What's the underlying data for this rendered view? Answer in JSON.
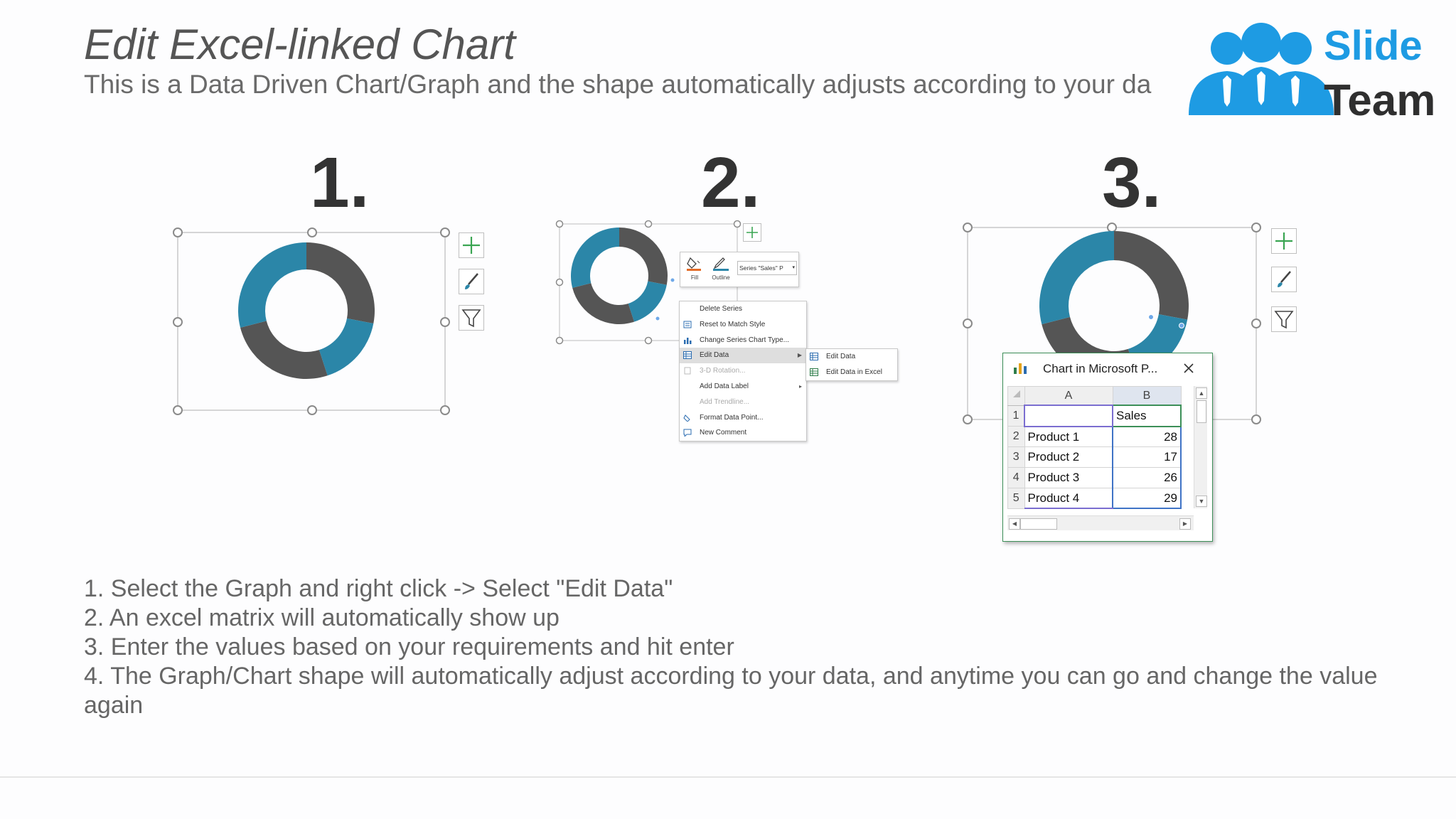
{
  "slide": {
    "title": "Edit Excel-linked Chart",
    "subtitle": "This is a Data Driven Chart/Graph and the shape automatically adjusts according to your da",
    "logo": {
      "line1": "Slide",
      "line2": "Team",
      "colors": {
        "blue": "#1e9be3",
        "dark": "#333333"
      }
    }
  },
  "steps": [
    {
      "number": "1."
    },
    {
      "number": "2."
    },
    {
      "number": "3."
    }
  ],
  "colors": {
    "teal": "#2b86a8",
    "dark_gray": "#555555",
    "frame": "#c8c8c8",
    "excel_green": "#3c8f58",
    "selection_blue": "#3f73c6"
  },
  "chart_data": [
    {
      "type": "donut",
      "title": "",
      "categories": [
        "Product 1",
        "Product 2",
        "Product 3",
        "Product 4"
      ],
      "series": [
        {
          "name": "Sales",
          "values": [
            28,
            17,
            26,
            29
          ]
        }
      ],
      "colors": [
        "#555555",
        "#2b86a8",
        "#555555",
        "#2b86a8"
      ]
    }
  ],
  "format_toolbar": {
    "fill_label": "Fill",
    "outline_label": "Outline",
    "series_dropdown": "Series \"Sales\" P"
  },
  "context_menu": {
    "items": [
      {
        "label": "Delete Series",
        "enabled": true,
        "icon": ""
      },
      {
        "label": "Reset to Match Style",
        "enabled": true,
        "icon": "reset-style-icon"
      },
      {
        "label": "Change Series Chart Type...",
        "enabled": true,
        "icon": "chart-type-icon"
      },
      {
        "label": "Edit Data",
        "enabled": true,
        "icon": "edit-data-icon",
        "submenu": true,
        "highlighted": true
      },
      {
        "label": "3-D Rotation...",
        "enabled": false,
        "icon": "rotation-icon"
      },
      {
        "label": "Add Data Label",
        "enabled": true,
        "icon": "",
        "submenu": true
      },
      {
        "label": "Add Trendline...",
        "enabled": false,
        "icon": ""
      },
      {
        "label": "Format Data Point...",
        "enabled": true,
        "icon": "format-point-icon"
      },
      {
        "label": "New Comment",
        "enabled": true,
        "icon": "comment-icon"
      }
    ],
    "submenu": [
      {
        "label": "Edit Data",
        "icon": "edit-data-icon"
      },
      {
        "label": "Edit Data in Excel",
        "icon": "edit-excel-icon"
      }
    ]
  },
  "excel_window": {
    "title": "Chart in Microsoft P...",
    "columns": [
      "A",
      "B"
    ],
    "rows": [
      {
        "num": "1",
        "a": "",
        "b": "Sales"
      },
      {
        "num": "2",
        "a": "Product 1",
        "b": "28"
      },
      {
        "num": "3",
        "a": "Product 2",
        "b": "17"
      },
      {
        "num": "4",
        "a": "Product 3",
        "b": "26"
      },
      {
        "num": "5",
        "a": "Product 4",
        "b": "29"
      }
    ]
  },
  "instructions": [
    "1. Select the Graph and right click -> Select \"Edit Data\"",
    "2. An excel matrix will automatically show up",
    "3. Enter the values based on your requirements and hit enter",
    "4. The Graph/Chart shape will automatically adjust according to your data, and anytime you can go and change the value again"
  ]
}
